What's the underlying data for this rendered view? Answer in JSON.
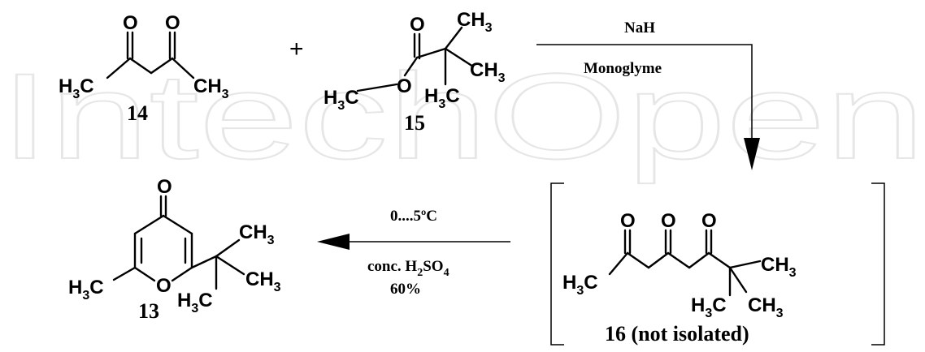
{
  "watermark": "IntechOpen",
  "plus_sign": "+",
  "compounds": {
    "c14": {
      "number": "14",
      "labels": {
        "o1": "O",
        "o2": "O",
        "left_h": "H",
        "left_sub": "3",
        "left_c": "C",
        "right_ch": "CH",
        "right_sub": "3"
      }
    },
    "c15": {
      "number": "15",
      "labels": {
        "o_carbonyl": "O",
        "o_ether": "O",
        "ch3_top": "CH",
        "ch3_top_sub": "3",
        "ch3_right": "CH",
        "ch3_right_sub": "3",
        "h3c_bottom_h": "H",
        "h3c_bottom_sub": "3",
        "h3c_bottom_c": "C",
        "h3c_ether_h": "H",
        "h3c_ether_sub": "3",
        "h3c_ether_c": "C"
      }
    },
    "c16": {
      "number_label": "16  (not isolated)",
      "labels": {
        "o1": "O",
        "o2": "O",
        "o3": "O",
        "left_h": "H",
        "left_sub": "3",
        "left_c": "C",
        "ch3_right": "CH",
        "ch3_right_sub": "3",
        "ch3_bottom": "CH",
        "ch3_bottom_sub": "3",
        "h3c_bottom_h": "H",
        "h3c_bottom_sub": "3",
        "h3c_bottom_c": "C"
      }
    },
    "c13": {
      "number": "13",
      "labels": {
        "o_carbonyl": "O",
        "o_ring": "O",
        "left_h": "H",
        "left_sub": "3",
        "left_c": "C",
        "ch3_top": "CH",
        "ch3_top_sub": "3",
        "ch3_right": "CH",
        "ch3_right_sub": "3",
        "h3c_bottom_h": "H",
        "h3c_bottom_sub": "3",
        "h3c_bottom_c": "C"
      }
    }
  },
  "reaction1": {
    "reagent": "NaH",
    "solvent": "Monoglyme"
  },
  "reaction2": {
    "temperature": "0....5ºC",
    "reagent_prefix": "conc. H",
    "reagent_sub1": "2",
    "reagent_mid": "SO",
    "reagent_sub2": "4",
    "yield": "60%"
  }
}
